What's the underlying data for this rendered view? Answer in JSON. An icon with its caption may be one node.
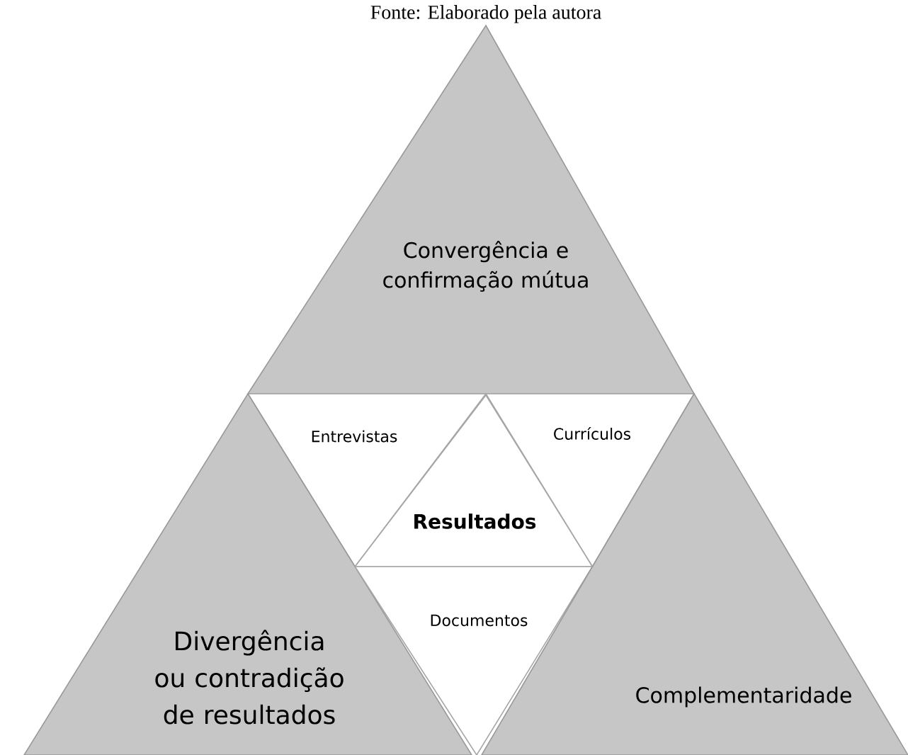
{
  "diagram": {
    "caption": "Fonte: Elaborado pela autora",
    "nodes": [
      {
        "text": [
          "Convergência e confirmação mútua"
        ]
      },
      {
        "text": [
          "Entrevistas"
        ]
      },
      {
        "text": [
          "Currículos"
        ]
      },
      {
        "text": [
          "Resultados"
        ]
      },
      {
        "text": [
          "Divergência ou contradição de resultados"
        ]
      },
      {
        "text": [
          "Documentos"
        ]
      },
      {
        "text": [
          "Complementaridade"
        ]
      }
    ]
  }
}
